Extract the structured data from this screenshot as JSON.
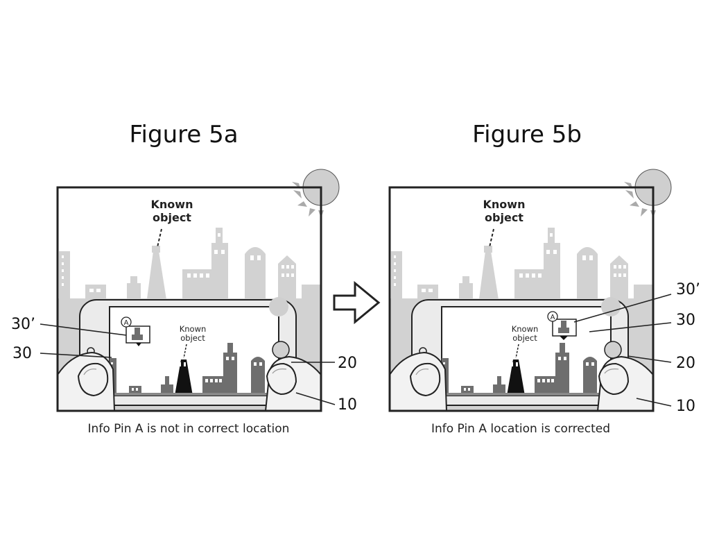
{
  "figures": [
    {
      "title": "Figure 5a",
      "caption": "Info Pin A is not in correct location",
      "known_object_label_line1": "Known",
      "known_object_label_line2": "object",
      "screen_known_line1": "Known",
      "screen_known_line2": "object",
      "pin_letter": "A",
      "refs": {
        "r30prime": "30’",
        "r30": "30",
        "r20": "20",
        "r10": "10"
      }
    },
    {
      "title": "Figure 5b",
      "caption": "Info Pin A location is corrected",
      "known_object_label_line1": "Known",
      "known_object_label_line2": "object",
      "screen_known_line1": "Known",
      "screen_known_line2": "object",
      "pin_letter": "A",
      "refs": {
        "r30prime": "30’",
        "r30": "30",
        "r20": "20",
        "r10": "10"
      }
    }
  ],
  "colors": {
    "background_sky": "#ffffff",
    "city_light": "#d2d2d2",
    "city_dark": "#6e6e6e",
    "known_object_dark": "#111111",
    "phone_body": "#ebebeb",
    "hand": "#f2f2f2",
    "outline": "#222222"
  },
  "icons": [
    "right-arrow-icon",
    "sun-icon",
    "info-pin-icon",
    "hand-icon"
  ]
}
